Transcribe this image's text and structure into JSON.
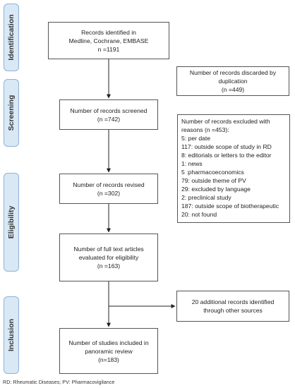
{
  "stages": [
    {
      "id": "identification",
      "label": "Identification"
    },
    {
      "id": "screening",
      "label": "Screening"
    },
    {
      "id": "eligibility",
      "label": "Eligibility"
    },
    {
      "id": "inclusion",
      "label": "Inclusion"
    }
  ],
  "boxes": {
    "records_identified": [
      "Records identified in",
      "Medline, Cochrane, EMBASE",
      "n =1191"
    ],
    "discarded_duplication": [
      "Number of records discarded by",
      "duplication",
      "(n =449)"
    ],
    "records_screened": [
      "Number of records screened",
      "(n =742)"
    ],
    "records_excluded": [
      "Number of records excluded with",
      "reasons (n =453):",
      "5: per date",
      "117: outside scope of study in  RD",
      "8: editorials or letters to the editor",
      "1: news",
      "5 :pharmacoeconomics",
      "79: outside theme of  PV",
      "29: excluded by language",
      " 2: preclinical study",
      "187: outside scope of biotherapeutic",
      "20: not found"
    ],
    "records_revised": [
      "Number of records revised",
      "(n =302)"
    ],
    "full_text": [
      "Number of full text articles",
      "evaluated for eligibility",
      "(n =163)"
    ],
    "additional_records": [
      "20 additional records identified",
      "through other sources"
    ],
    "studies_included": [
      "Number of studies included in",
      "panoramic review",
      "(n=183)"
    ]
  },
  "footnote": "RD: Rheumatic Diseases; PV: Pharmacovigilance",
  "colors": {
    "stage_fill": "#d9e8f5",
    "stage_border": "#8fb3d4",
    "box_border": "#555555",
    "arrow": "#222222"
  }
}
